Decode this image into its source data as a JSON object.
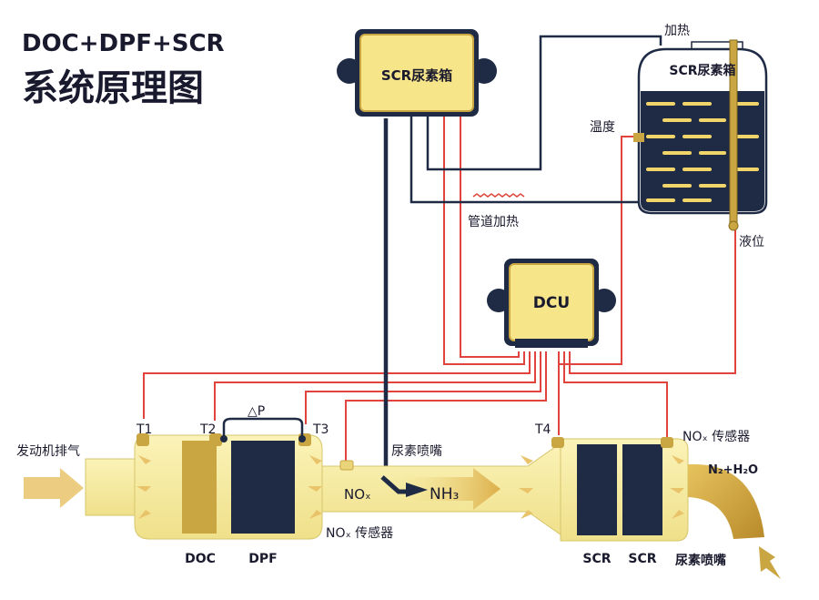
{
  "title": {
    "line1": "DOC+DPF+SCR",
    "line2": "系统原理图"
  },
  "labels": {
    "scr_tank": "SCR尿素箱",
    "scr_tank_right": "SCR尿素箱",
    "heating": "加热",
    "temperature": "温度",
    "pipe_heating": "管道加热",
    "level": "液位",
    "dcu": "DCU",
    "engine_exhaust": "发动机排气",
    "t1": "T1",
    "t2": "T2",
    "t3": "T3",
    "t4": "T4",
    "delta_p": "△P",
    "urea_nozzle_top": "尿素喷嘴",
    "nox_in_pipe": "NOₓ",
    "nh3": "NH₃",
    "nox_sensor_bottom": "NOₓ 传感器",
    "nox_sensor_right": "NOₓ 传感器",
    "n2_h2o": "N₂+H₂O",
    "doc": "DOC",
    "dpf": "DPF",
    "scr1": "SCR",
    "scr2": "SCR",
    "urea_nozzle_bottom": "尿素喷嘴"
  },
  "colors": {
    "navy": "#1f2a44",
    "yellow": "#f7ec9e",
    "gold": "#c9a642",
    "red_wire": "#e0443c",
    "arrow": "#e9c36a"
  }
}
